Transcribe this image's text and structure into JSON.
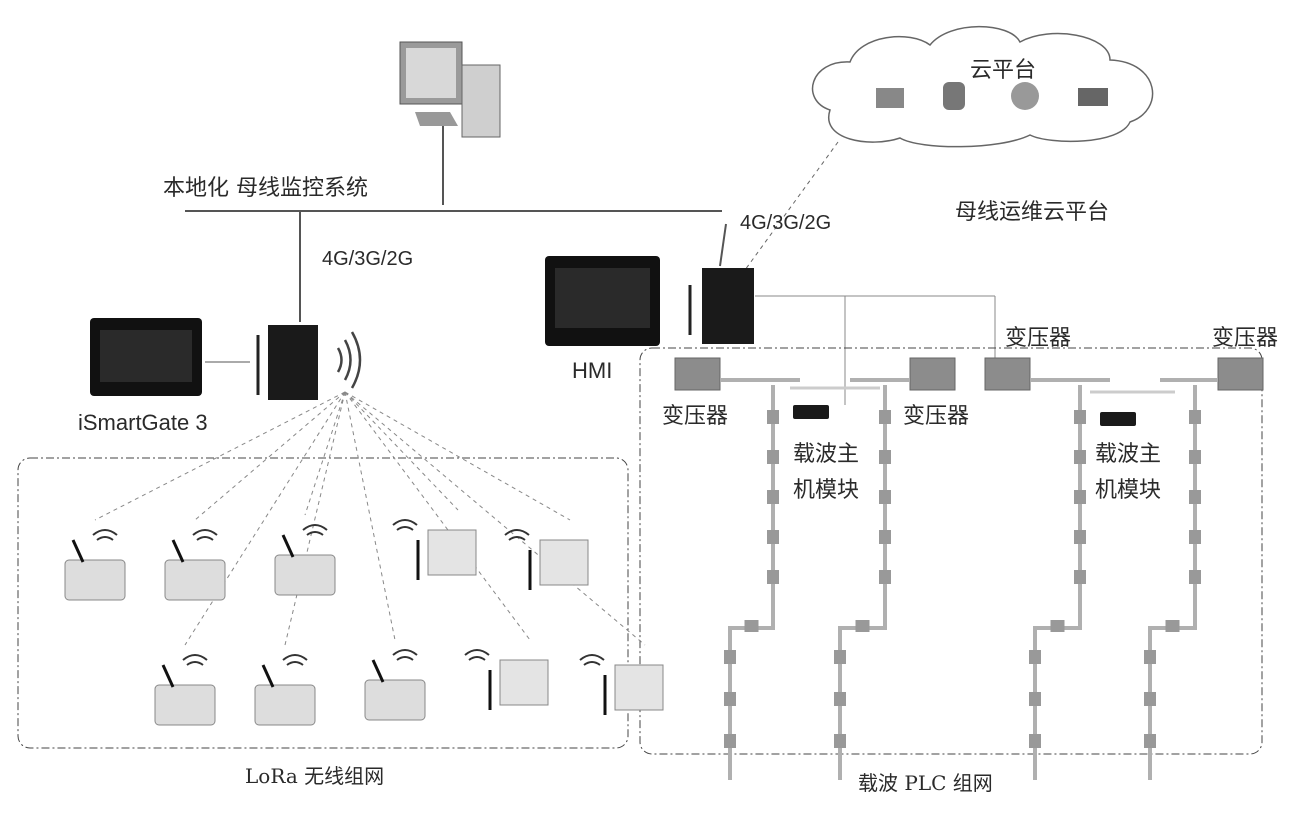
{
  "local_system": {
    "label": "本地化  母线监控系统",
    "uplink_label": "4G/3G/2G"
  },
  "gateway_left": {
    "label": "iSmartGate 3"
  },
  "gateway_right": {
    "label": "HMI",
    "uplink_label": "4G/3G/2G"
  },
  "cloud": {
    "title": "云平台",
    "label": "母线运维云平台"
  },
  "transformers": [
    {
      "label": "变压器"
    },
    {
      "label": "变压器"
    },
    {
      "label": "变压器"
    },
    {
      "label": "变压器"
    }
  ],
  "carrier_modules": [
    {
      "line1": "载波主",
      "line2": "机模块"
    },
    {
      "line1": "载波主",
      "line2": "机模块"
    }
  ],
  "lora_group": {
    "label": "LoRa 无线组网"
  },
  "plc_group": {
    "label": "载波 PLC 组网"
  },
  "colors": {
    "line": "#555555",
    "device_dark": "#1a1a1a",
    "transformer": "#8c8c8c",
    "rail": "#b0b0b0"
  }
}
